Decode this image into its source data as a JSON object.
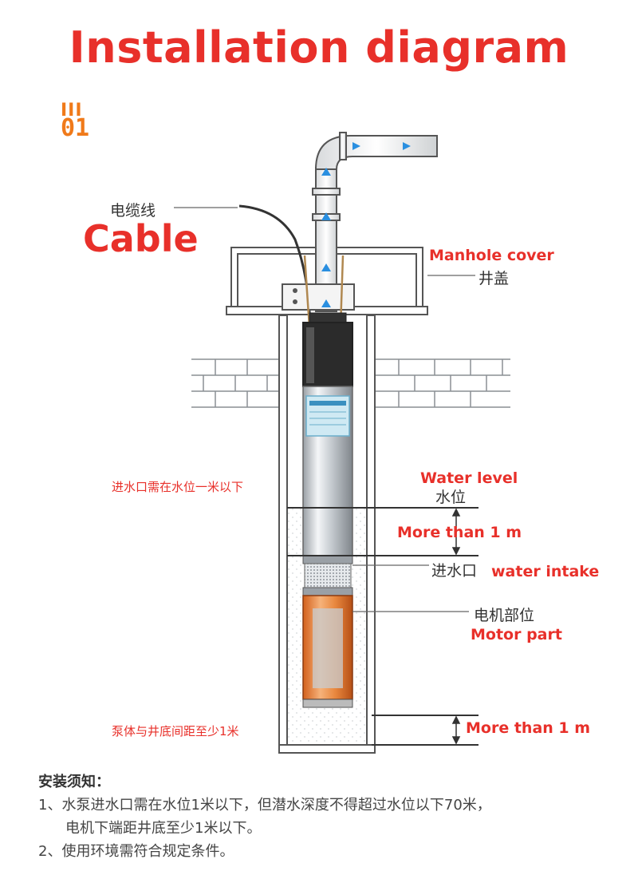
{
  "title": "Installation diagram",
  "badge": {
    "bars": "III",
    "number": "01"
  },
  "labels": {
    "cable_cn": "电缆线",
    "cable_en": "Cable",
    "manhole_en": "Manhole cover",
    "manhole_cn": "井盖",
    "intake_note_cn": "进水口需在水位一米以下",
    "water_level_en": "Water level",
    "water_level_cn": "水位",
    "more_than_1m_upper": "More than 1 m",
    "intake_cn": "进水口",
    "intake_en": "water intake",
    "motor_cn": "电机部位",
    "motor_en": "Motor part",
    "bottom_note_cn": "泵体与井底间距至少1米",
    "more_than_1m_lower": "More than 1 m"
  },
  "notes": {
    "heading": "安装须知：",
    "item1_line1": "1、水泵进水口需在水位1米以下，但潜水深度不得超过水位以下70米，",
    "item1_line2": "电机下端距井底至少1米以下。",
    "item2": "2、使用环境需符合规定条件。"
  },
  "colors": {
    "accent_red": "#e8302a",
    "badge_orange": "#f07a1a",
    "flow_arrow": "#2a8fe0",
    "motor_orange": "#f07a2a"
  }
}
